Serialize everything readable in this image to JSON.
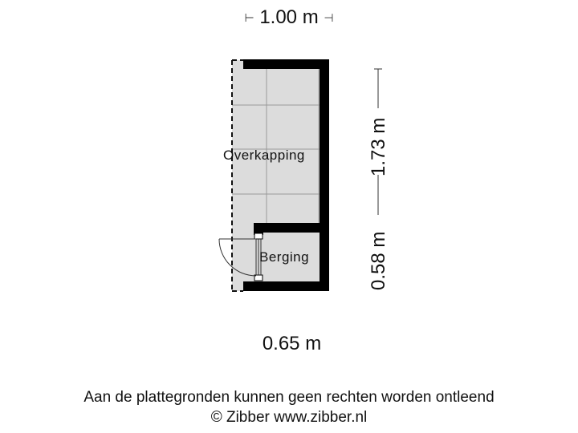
{
  "floorplan": {
    "dimensions": {
      "top_width": "1.00 m",
      "bottom_width": "0.65 m",
      "right_upper": "1.73 m",
      "right_lower": "0.58 m"
    },
    "rooms": [
      {
        "name": "Overkapping"
      },
      {
        "name": "Berging"
      }
    ],
    "colors": {
      "floor_fill": "#dcdcdc",
      "wall": "#000000",
      "grid_line": "#9a9a9a",
      "dim_line": "#333333"
    }
  },
  "footer": {
    "disclaimer": "Aan de plattegronden kunnen geen rechten worden ontleend",
    "copyright": "© Zibber www.zibber.nl"
  },
  "icons": {
    "tick_left": "⊢",
    "tick_right": "⊣"
  }
}
